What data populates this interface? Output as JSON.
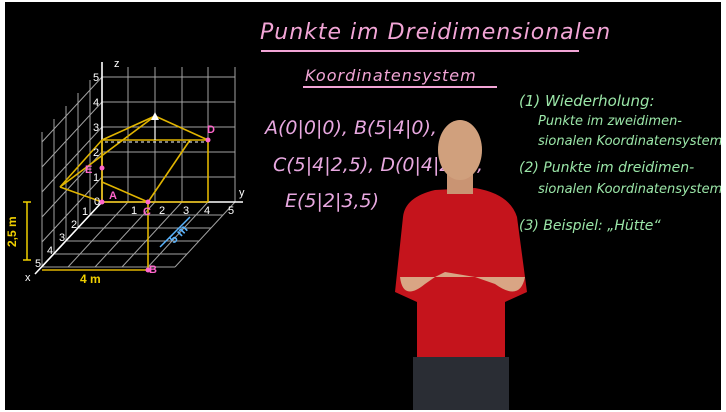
{
  "title": "Punkte im Dreidimensionalen",
  "subtitle": "Koordinatensystem",
  "points": {
    "line1": "A(0|0|0), B(5|4|0),",
    "line2": "C(5|4|2,5), D(0|4|2,5),",
    "line3": "E(5|2|3,5)"
  },
  "agenda": {
    "item1a": "(1) Wiederholung:",
    "item1b": "Punkte im zweidimen-",
    "item1c": "sionalen Koordinatensystem",
    "item2a": "(2) Punkte im dreidimen-",
    "item2b": "sionalen Koordinatensystem",
    "item3": "(3) Beispiel: „Hütte“"
  },
  "diagram": {
    "axis_x": "x",
    "axis_y": "y",
    "axis_z": "z",
    "label_A": "A",
    "label_B": "B",
    "label_C": "C",
    "label_D": "D",
    "label_E": "E",
    "dim_height": "2,5 m",
    "dim_width": "4 m",
    "dim_depth": "5 m",
    "y_ticks": [
      "1",
      "2",
      "3",
      "4",
      "5"
    ],
    "z_ticks": [
      "1",
      "2",
      "3",
      "4",
      "5"
    ],
    "x_ticks": [
      "1",
      "2",
      "3",
      "4",
      "5"
    ],
    "origin": "0",
    "colors": {
      "house": "#e0b400",
      "grid": "#bfbfbf",
      "points": "#ff66cc",
      "dim_yellow": "#f0d000",
      "dim_blue": "#5ab4ff"
    }
  }
}
